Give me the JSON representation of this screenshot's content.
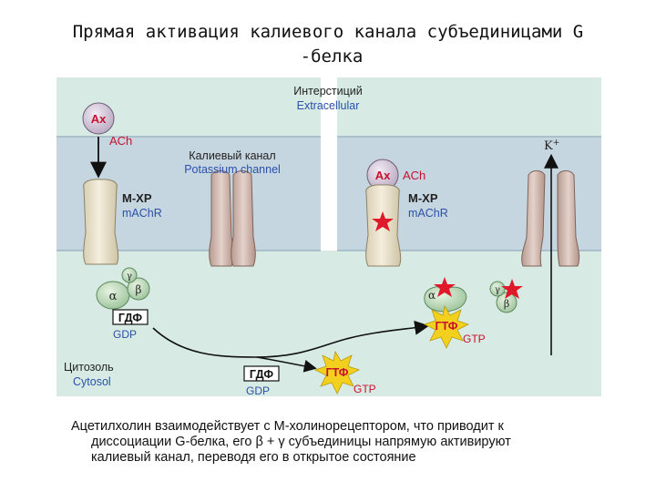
{
  "title": {
    "line1": "Прямая активация калиевого канала субъединицами G",
    "line2": "-белка"
  },
  "labels": {
    "interstitium_ru": "Интерстиций",
    "interstitium_en": "Extracellular",
    "ax": "Ах",
    "ach": "ACh",
    "channel_ru": "Калиевый канал",
    "channel_en": "Potassium channel",
    "receptor_ru": "М-ХР",
    "receptor_en": "mAChR",
    "k_ion": "K",
    "k_sup": "+",
    "alpha": "α",
    "beta": "β",
    "gamma": "γ",
    "gdp_ru": "ГДФ",
    "gdp_en": "GDP",
    "gtp_ru": "ГТФ",
    "gtp_en": "GTP",
    "cytosol_ru": "Цитозоль",
    "cytosol_en": "Cytosol"
  },
  "caption": {
    "line1": "Ацетилхолин взаимодействует с М-холинорецептором, что приводит к",
    "line2": "диссоциации G-белка, его β + γ субъединицы напрямую активируют",
    "line3": "калиевый канал, переводя его в открытое состояние"
  },
  "colors": {
    "panel": "#d7ebe4",
    "membrane": "#c8d8e2",
    "protein": "#e8dfc7",
    "channel": "#c9b0a6",
    "ach": "#d4c7d9",
    "gprotein": "#b9d8b8",
    "star": "#e0192a",
    "burst": "#f4d01e",
    "english": "#2a50a8",
    "russian": "#222222",
    "red_text": "#c8102e"
  }
}
